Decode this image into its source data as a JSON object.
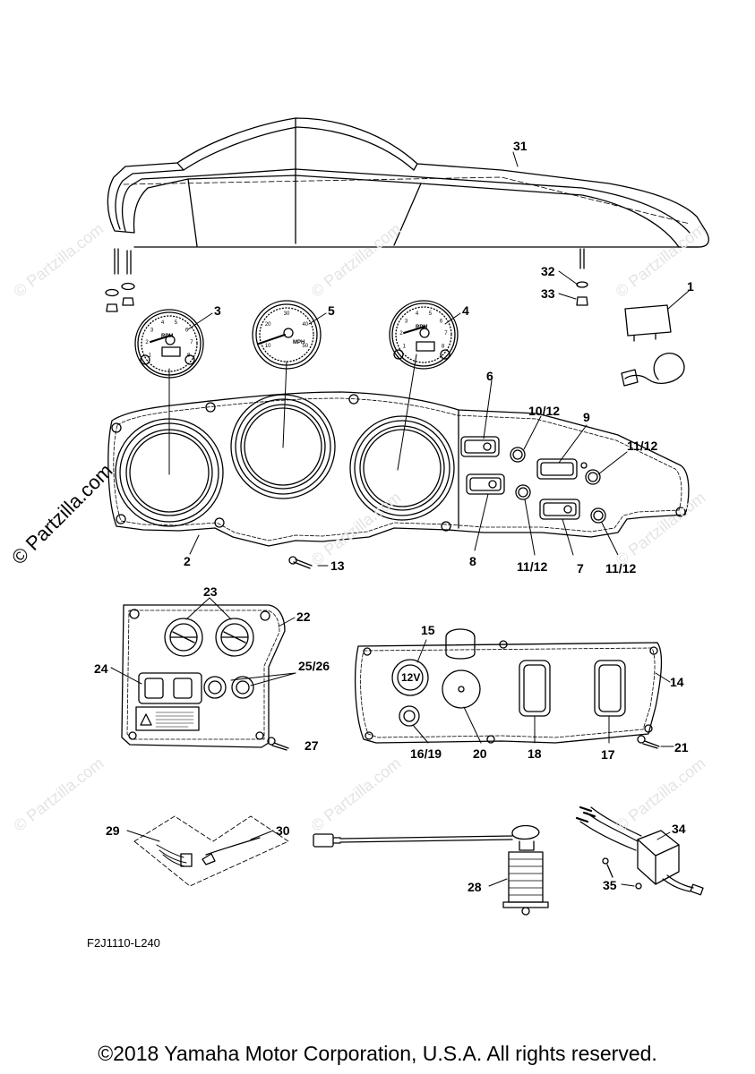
{
  "watermark": {
    "main": "© Partzilla.com",
    "faint": "© Partzilla.com"
  },
  "callouts": [
    {
      "id": "c31",
      "text": "31"
    },
    {
      "id": "c1",
      "text": "1"
    },
    {
      "id": "c32",
      "text": "32"
    },
    {
      "id": "c33",
      "text": "33"
    },
    {
      "id": "c3",
      "text": "3"
    },
    {
      "id": "c5",
      "text": "5"
    },
    {
      "id": "c4",
      "text": "4"
    },
    {
      "id": "c6",
      "text": "6"
    },
    {
      "id": "c10_12",
      "text": "10/12"
    },
    {
      "id": "c9",
      "text": "9"
    },
    {
      "id": "c11_12a",
      "text": "11/12"
    },
    {
      "id": "c2",
      "text": "2"
    },
    {
      "id": "c13",
      "text": "13"
    },
    {
      "id": "c8",
      "text": "8"
    },
    {
      "id": "c11_12b",
      "text": "11/12"
    },
    {
      "id": "c7",
      "text": "7"
    },
    {
      "id": "c11_12c",
      "text": "11/12"
    },
    {
      "id": "c23",
      "text": "23"
    },
    {
      "id": "c22",
      "text": "22"
    },
    {
      "id": "c24",
      "text": "24"
    },
    {
      "id": "c25_26",
      "text": "25/26"
    },
    {
      "id": "c27",
      "text": "27"
    },
    {
      "id": "c15",
      "text": "15"
    },
    {
      "id": "c14",
      "text": "14"
    },
    {
      "id": "c16_19",
      "text": "16/19"
    },
    {
      "id": "c20",
      "text": "20"
    },
    {
      "id": "c18",
      "text": "18"
    },
    {
      "id": "c17",
      "text": "17"
    },
    {
      "id": "c21",
      "text": "21"
    },
    {
      "id": "c29",
      "text": "29"
    },
    {
      "id": "c30",
      "text": "30"
    },
    {
      "id": "c34",
      "text": "34"
    },
    {
      "id": "c35",
      "text": "35"
    },
    {
      "id": "c28",
      "text": "28"
    }
  ],
  "gauges": {
    "tach_left": {
      "label": "RPM",
      "ticks": [
        "1",
        "2",
        "3",
        "4",
        "5",
        "6",
        "7",
        "8"
      ]
    },
    "speedo": {
      "label": "MPH",
      "ticks": [
        "10",
        "20",
        "30",
        "40",
        "50"
      ]
    },
    "tach_right": {
      "label": "RPM",
      "ticks": [
        "1",
        "2",
        "3",
        "4",
        "5",
        "6",
        "7",
        "8"
      ]
    }
  },
  "socket_label": "12V",
  "figure_code": "F2J1110-L240",
  "copyright": "©2018 Yamaha Motor Corporation, U.S.A. All rights reserved."
}
